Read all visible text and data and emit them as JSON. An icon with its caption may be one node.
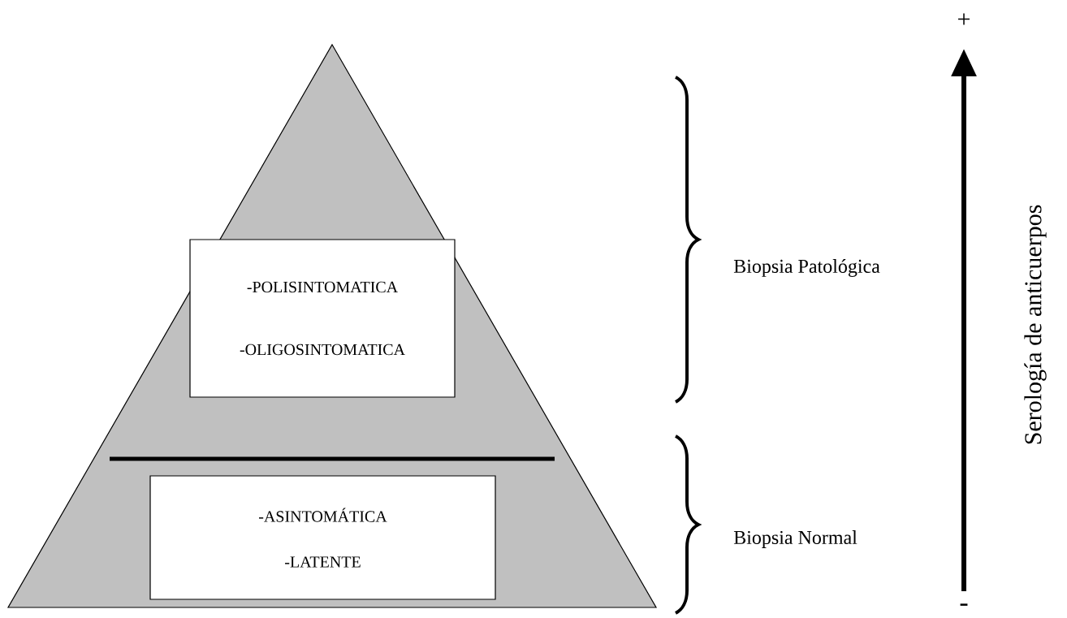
{
  "diagram": {
    "nodes": [
      {
        "text": [],
        "shape": "triangle"
      },
      {
        "text": [
          "-POLISINTOMATICA",
          "-OLIGOSINTOMATICA"
        ],
        "in": 0
      },
      {
        "text": [
          "-ASINTOMÁTICA",
          "-LATENTE"
        ],
        "in": 0
      }
    ],
    "edges": [],
    "labels": [
      "+",
      "Biopsia Patológica",
      "Serología de anticuerpos",
      "Biopsia Normal",
      "-"
    ]
  }
}
